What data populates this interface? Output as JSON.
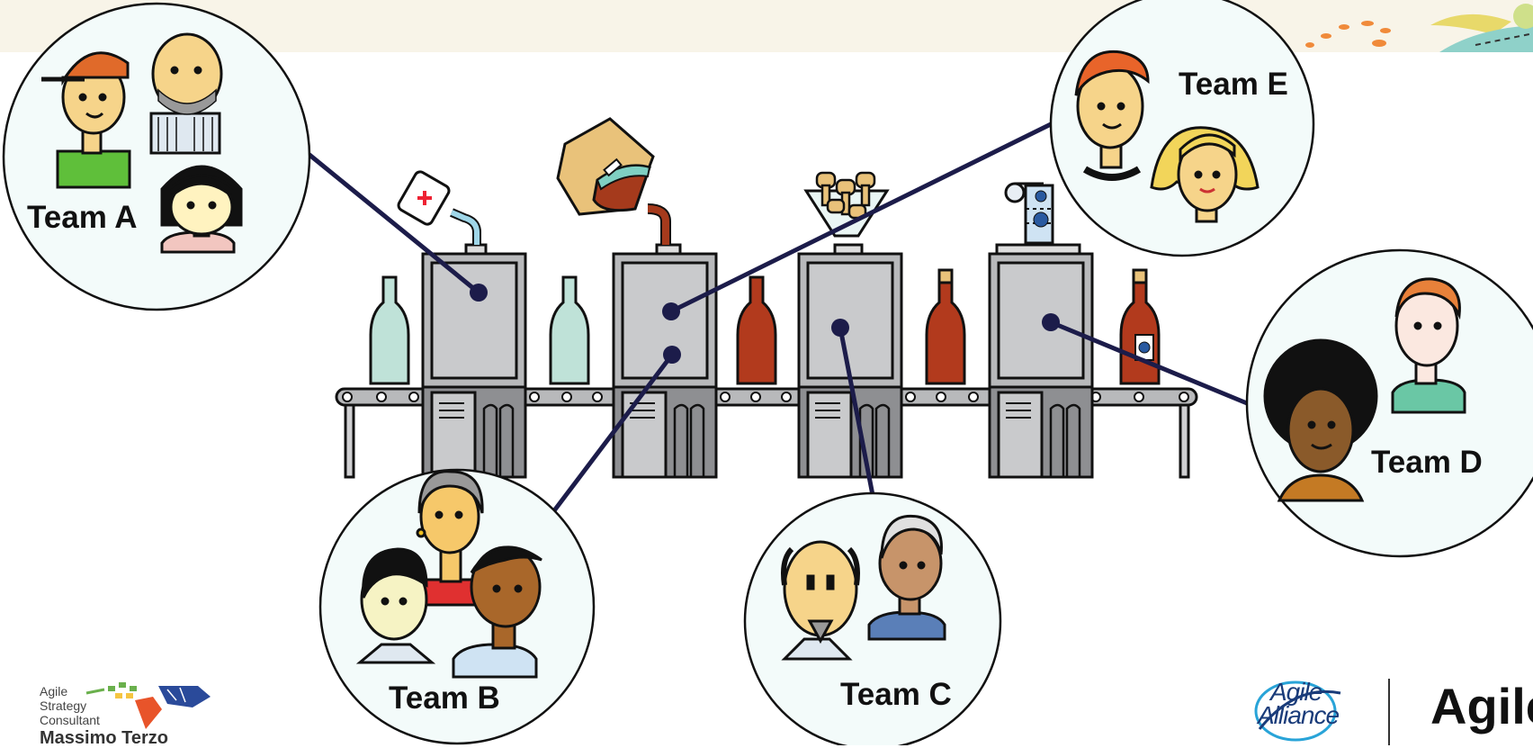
{
  "teams": {
    "a": "Team A",
    "b": "Team B",
    "c": "Team C",
    "d": "Team D",
    "e": "Team E"
  },
  "branding": {
    "consultant_line1": "Agile",
    "consultant_line2": "Strategy",
    "consultant_line3": "Consultant",
    "consultant_name": "Massimo Terzo",
    "partner_line1": "Agile",
    "partner_line2": "Alliance",
    "event_name": "Agile"
  },
  "colors": {
    "connector": "#1c1c4a",
    "circle_fill": "#f3fbfa",
    "machine_gray": "#b8b9bb",
    "bottle_mint": "#bfe2d8",
    "bottle_red": "#b23a1d",
    "top_band": "#f8f4e8"
  }
}
